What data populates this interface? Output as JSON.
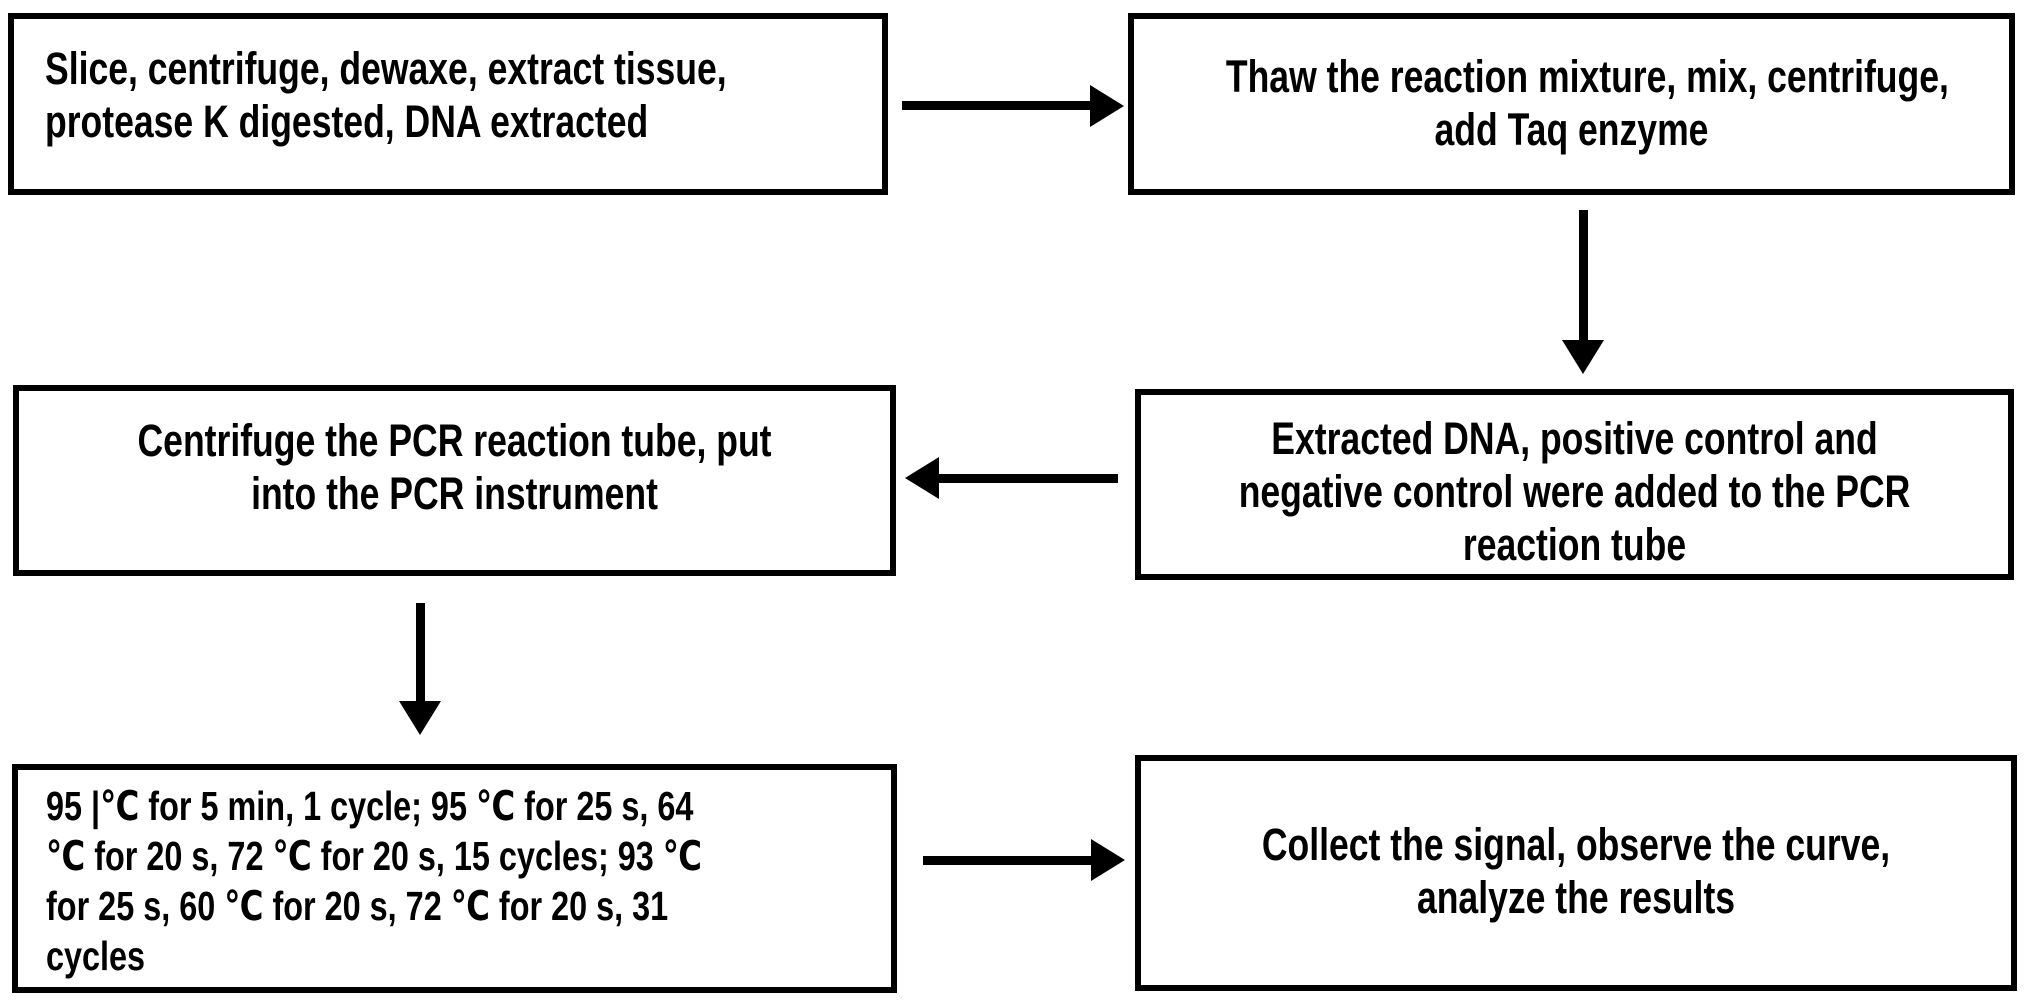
{
  "figure": {
    "type": "flowchart",
    "subject": "PCR assay workflow",
    "colors": {
      "ink": "#000000",
      "background": "#ffffff"
    }
  },
  "steps": [
    {
      "id": "step-1",
      "position": "top-left",
      "text": "Slice, centrifuge, dewaxe, extract tissue, protease K digested, DNA extracted",
      "lines": [
        "Slice, centrifuge, dewaxe, extract tissue,",
        "protease K digested, DNA extracted"
      ]
    },
    {
      "id": "step-2",
      "position": "top-right",
      "text": "Thaw the reaction mixture, mix, centrifuge, add Taq enzyme",
      "lines": [
        "Thaw the reaction mixture, mix, centrifuge,",
        "add Taq enzyme"
      ]
    },
    {
      "id": "step-3",
      "position": "middle-right",
      "text": "Extracted DNA, positive control and negative control were added to the PCR reaction tube",
      "lines": [
        "Extracted DNA, positive control and",
        "negative control were added to the PCR",
        "reaction tube"
      ]
    },
    {
      "id": "step-4",
      "position": "middle-left",
      "text": "Centrifuge the PCR reaction tube, put into the PCR instrument",
      "lines": [
        "Centrifuge the PCR reaction tube, put",
        "into the PCR instrument"
      ]
    },
    {
      "id": "step-5",
      "position": "bottom-left",
      "text": "95 |℃ for 5 min, 1 cycle; 95 ℃ for 25 s, 64 ℃ for 20 s, 72 ℃ for 20 s, 15 cycles; 93 ℃ for 25 s, 60 ℃ for 20 s, 72 ℃ for 20 s, 31 cycles",
      "lines": [
        "95 |℃ for 5 min, 1 cycle; 95 ℃ for 25 s, 64",
        "℃ for 20 s, 72 ℃ for 20 s, 15 cycles; 93 ℃",
        "for 25 s, 60 ℃ for 20 s, 72 ℃ for 20 s, 31",
        "cycles"
      ]
    },
    {
      "id": "step-6",
      "position": "bottom-right",
      "text": "Collect the signal, observe the curve, analyze the results",
      "lines": [
        "Collect the signal, observe the curve,",
        "analyze the results"
      ]
    }
  ],
  "arrows": [
    {
      "from": "step-1",
      "to": "step-2",
      "direction": "right"
    },
    {
      "from": "step-2",
      "to": "step-3",
      "direction": "down"
    },
    {
      "from": "step-3",
      "to": "step-4",
      "direction": "left"
    },
    {
      "from": "step-4",
      "to": "step-5",
      "direction": "down"
    },
    {
      "from": "step-5",
      "to": "step-6",
      "direction": "right"
    }
  ]
}
